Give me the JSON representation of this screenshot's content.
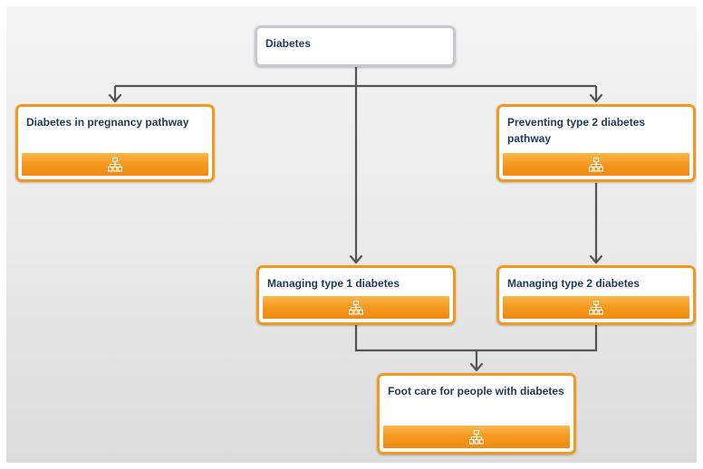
{
  "diagram": {
    "root": {
      "label": "Diabetes"
    },
    "nodes": {
      "pregnancy": {
        "label": "Diabetes in pregnancy pathway",
        "icon": "hierarchy-icon"
      },
      "preventing": {
        "label": "Preventing type 2 diabetes pathway",
        "icon": "hierarchy-icon"
      },
      "type1": {
        "label": "Managing type 1 diabetes",
        "icon": "hierarchy-icon"
      },
      "type2": {
        "label": "Managing type 2 diabetes",
        "icon": "hierarchy-icon"
      },
      "footcare": {
        "label": "Foot care for people with diabetes",
        "icon": "hierarchy-icon"
      }
    },
    "colors": {
      "node_border": "#f39a1e",
      "root_border": "#c5c8cc",
      "bar_top": "#fbb84c",
      "bar_bottom": "#ef8a0f",
      "connector": "#555555",
      "label_text": "#1e3a55"
    }
  }
}
